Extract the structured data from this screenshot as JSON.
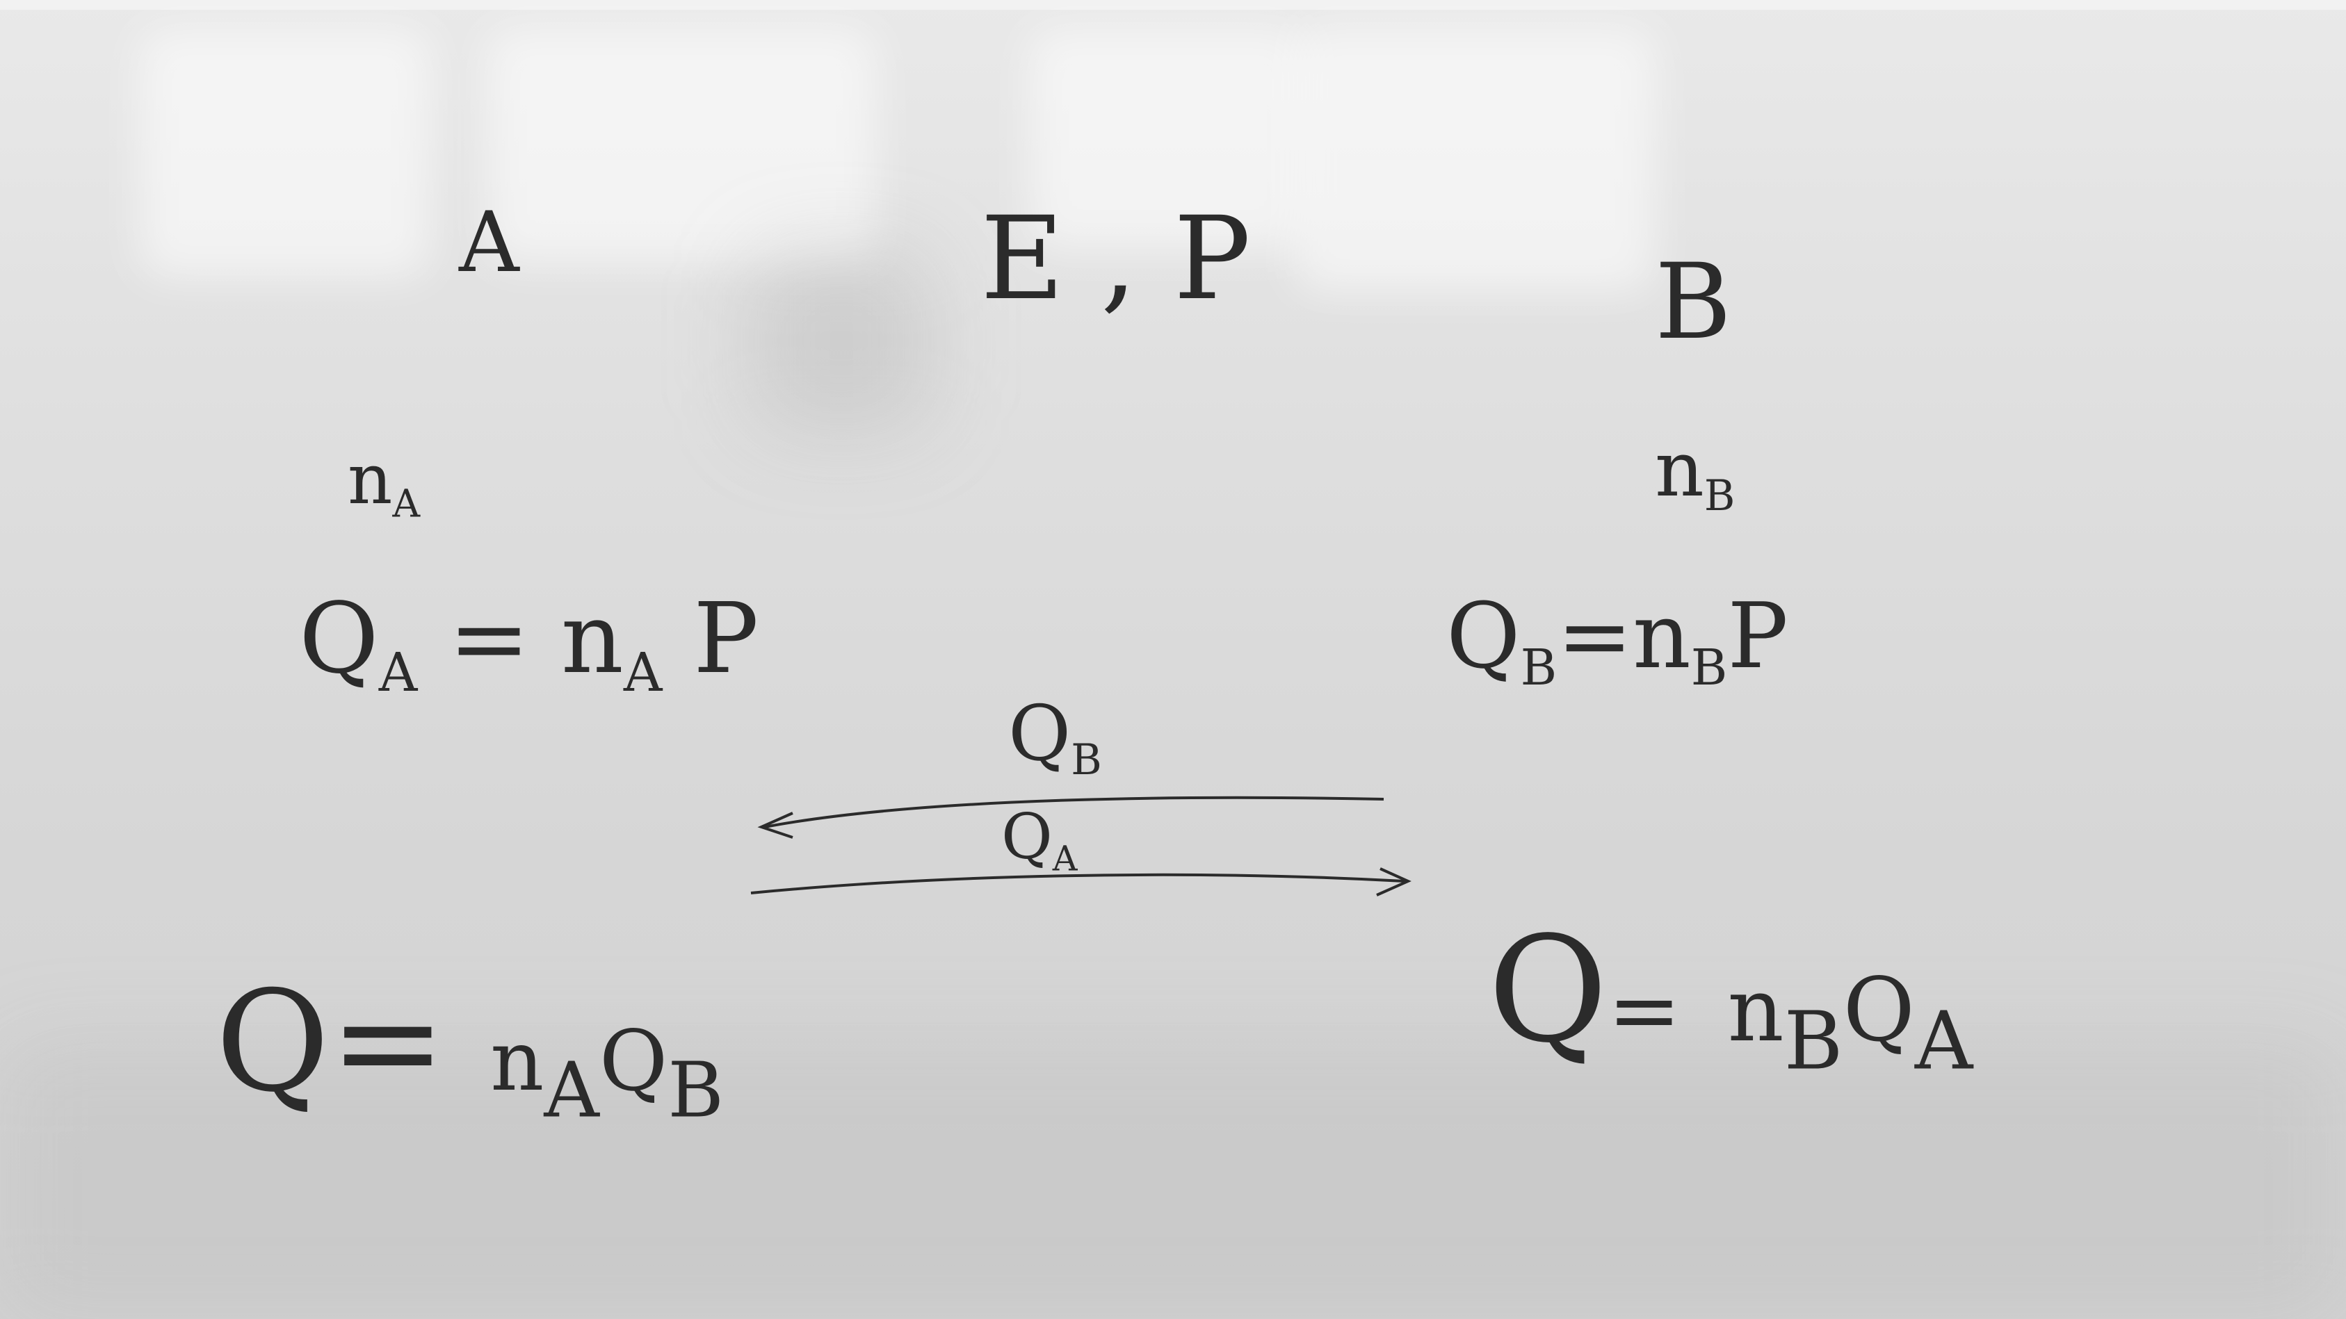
{
  "whiteboard": {
    "party_a": "A",
    "party_b": "B",
    "public_params": "E , P",
    "secret_a": {
      "base": "n",
      "sub": "A"
    },
    "secret_b": {
      "base": "n",
      "sub": "B"
    },
    "public_key_a": {
      "lhs": "Q",
      "lhs_sub": "A",
      "op": "=",
      "rhs": "n",
      "rhs_sub": "A",
      "tail": "P"
    },
    "public_key_b": {
      "lhs": "Q",
      "lhs_sub": "B",
      "op": "=",
      "rhs": "n",
      "rhs_sub": "B",
      "tail": "P"
    },
    "exchange_top": {
      "base": "Q",
      "sub": "B"
    },
    "exchange_bottom": {
      "base": "Q",
      "sub": "A"
    },
    "shared_a": {
      "lhs": "Q",
      "op": "=",
      "n": "n",
      "n_sub": "A",
      "q": "Q",
      "q_sub": "B"
    },
    "shared_b": {
      "lhs": "Q",
      "op": "=",
      "n": "n",
      "n_sub": "B",
      "q": "Q",
      "q_sub": "A"
    },
    "ink_color": "#2b2b2b",
    "board_color": "#dedede"
  }
}
